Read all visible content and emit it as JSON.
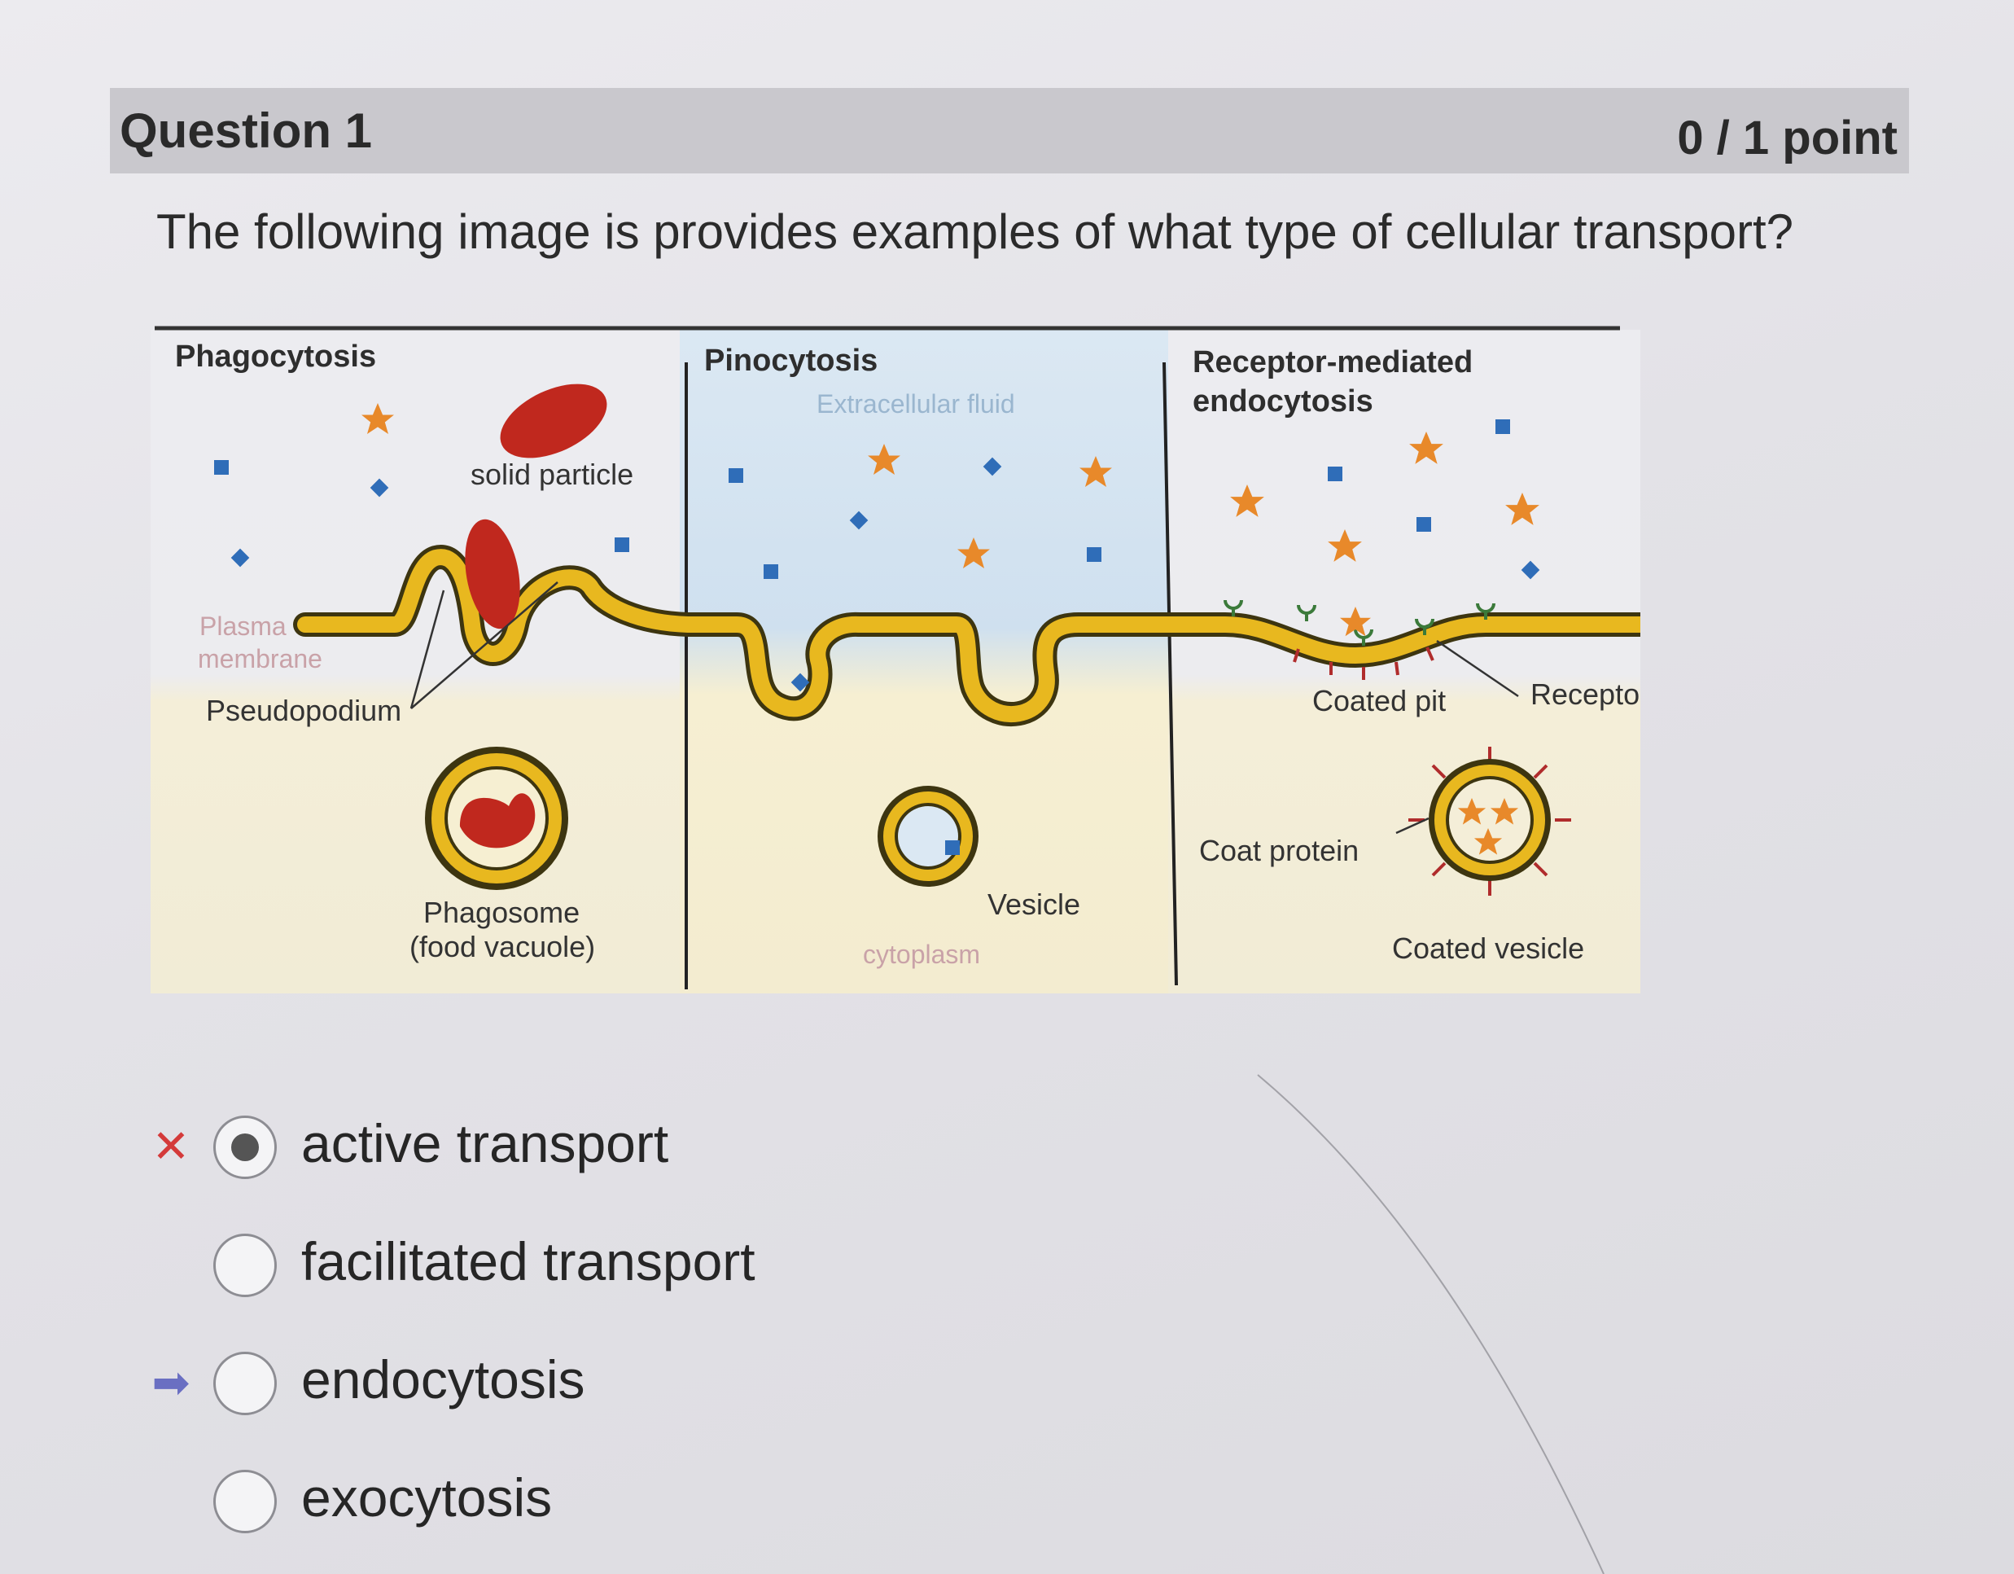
{
  "question": {
    "title": "Question 1",
    "points": "0 / 1 point",
    "prompt": "The following image is provides examples of what type of cellular transport?"
  },
  "figure": {
    "panels": {
      "phagocytosis": "Phagocytosis",
      "pinocytosis": "Pinocytosis",
      "receptor_line1": "Receptor-mediated",
      "receptor_line2": "endocytosis"
    },
    "labels": {
      "solid_particle": "solid particle",
      "plasma_line1": "Plasma",
      "plasma_line2": "membrane",
      "pseudopodium": "Pseudopodium",
      "phagosome_line1": "Phagosome",
      "phagosome_line2": "(food vacuole)",
      "extracellular_fluid": "Extracellular fluid",
      "vesicle": "Vesicle",
      "cytoplasm": "cytoplasm",
      "coated_pit": "Coated pit",
      "receptor": "Receptor",
      "coat_protein": "Coat protein",
      "coated_vesicle": "Coated vesicle"
    }
  },
  "choices": [
    {
      "label": "active transport",
      "selected": true,
      "marker": "incorrect-x"
    },
    {
      "label": "facilitated transport",
      "selected": false,
      "marker": ""
    },
    {
      "label": "endocytosis",
      "selected": false,
      "marker": "correct-arrow"
    },
    {
      "label": "exocytosis",
      "selected": false,
      "marker": ""
    }
  ],
  "colors": {
    "membrane": "#e8b81f",
    "membrane_outline": "#4a3a10",
    "particle": "#c0281e",
    "molecule_blue": "#2f6db8",
    "star_orange": "#e8892a",
    "incorrect": "#d43a3a",
    "correct_arrow": "#6a6fc2"
  }
}
